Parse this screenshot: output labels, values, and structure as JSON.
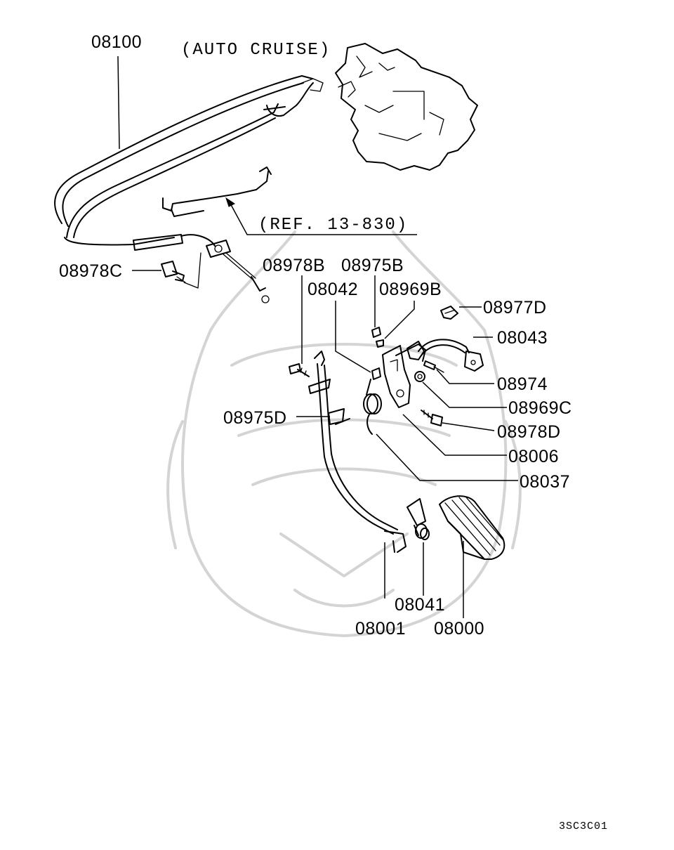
{
  "notes": {
    "auto_cruise": "(AUTO CRUISE)",
    "ref": "(REF. 13-830)"
  },
  "labels": {
    "p08100": "08100",
    "p08978C": "08978C",
    "p08978B": "08978B",
    "p08975B": "08975B",
    "p08042": "08042",
    "p08969B": "08969B",
    "p08977D": "08977D",
    "p08043": "08043",
    "p08974": "08974",
    "p08969C": "08969C",
    "p08975D": "08975D",
    "p08978D": "08978D",
    "p08006": "08006",
    "p08037": "08037",
    "p08041": "08041",
    "p08001": "08001",
    "p08000": "08000"
  },
  "diagram_code": "3SC3C01"
}
